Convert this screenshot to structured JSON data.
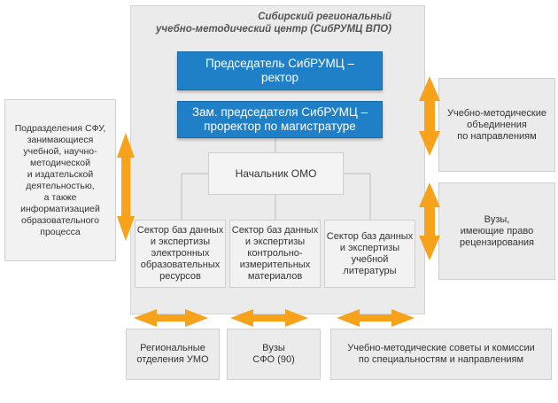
{
  "center_panel": {
    "title": "Сибирский региональный\nучебно-методический центр  (СибРУМЦ ВПО)"
  },
  "nodes": {
    "chairman": "Председатель СибРУМЦ –\nректор",
    "deputy": "Зам. председателя СибРУМЦ –\nпроректор по магистратуре",
    "head_omo": "Начальник ОМО",
    "sector_1": "Сектор баз данных\nи экспертизы\nэлектронных\nобразовательных\nресурсов",
    "sector_2": "Сектор баз данных\nи экспертизы\nконтрольно-\nизмерительных\nматериалов",
    "sector_3": "Сектор баз данных\nи экспертизы\nучебной\nлитературы",
    "sfu_divisions": "Подразделения СФУ,\nзанимающиеся\nучебной, научно-\nметодической\nи издательской\nдеятельностью,\nа также\nинформатизацией\nобразовательного\nпроцесса",
    "umo_associations": "Учебно-методические\nобъединения\nпо направлениям",
    "universities_review": "Вузы,\nимеющие право\nрецензирования",
    "regional_umo": "Региональные\nотделения УМО",
    "universities_sfo": "Вузы\nСФО (90)",
    "councils": "Учебно-методические советы и комиссии\nпо специальностям и направлениям"
  },
  "colors": {
    "accent_blue": "#1f7fc7",
    "arrow_orange": "#f7a21b",
    "panel_gray": "#ebebeb",
    "box_gray": "#f2f2f2"
  }
}
